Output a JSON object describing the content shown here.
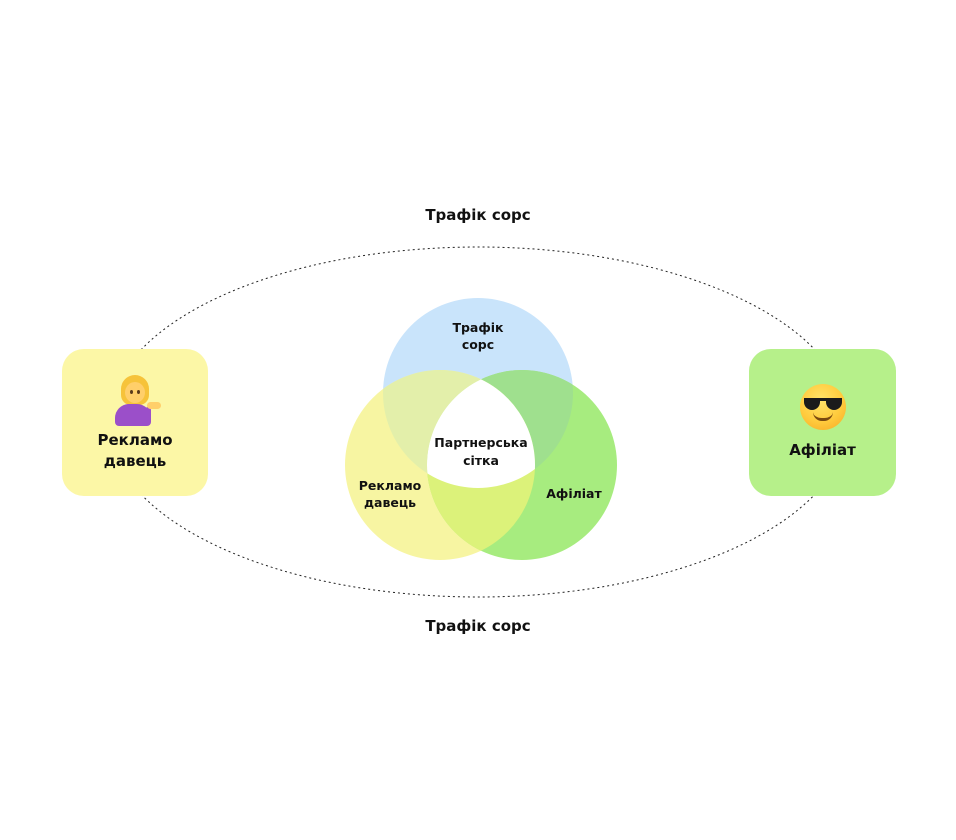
{
  "top_label": "Трафік сорс",
  "bottom_label": "Трафік сорс",
  "advertiser_card": {
    "title_line1": "Рекламо",
    "title_line2": "давець",
    "icon": "person-tipping-hand-icon"
  },
  "affiliate_card": {
    "title": "Афіліат",
    "icon": "smiling-face-with-sunglasses-icon"
  },
  "venn": {
    "traffic_source_line1": "Трафік",
    "traffic_source_line2": "сорс",
    "advertiser_line1": "Рекламо",
    "advertiser_line2": "давець",
    "affiliate": "Афіліат",
    "center_line1": "Партнерська",
    "center_line2": "сітка"
  },
  "colors": {
    "traffic_source": "#c9e4fb",
    "advertiser": "#f7f5a2",
    "affiliate": "#a7ec7f",
    "advertiser_card": "#fcf7a6",
    "affiliate_card": "#b6f08a"
  }
}
